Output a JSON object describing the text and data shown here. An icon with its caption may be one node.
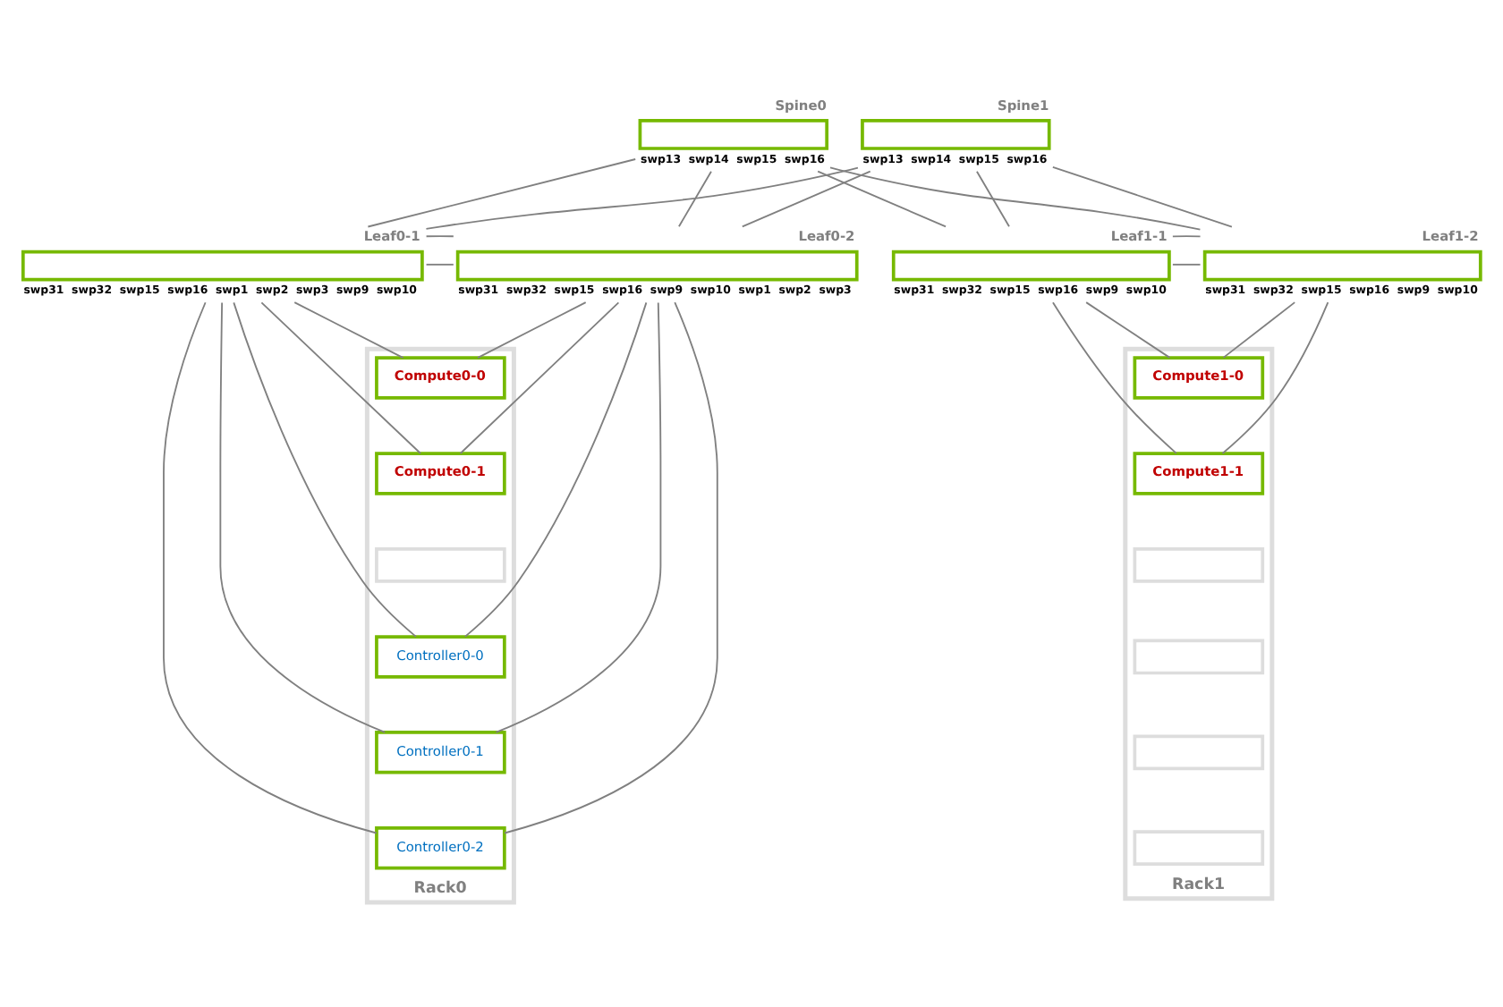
{
  "diagram": {
    "nodes": [
      {
        "text": [
          "Spine0"
        ],
        "beside": [
          "swp13",
          "swp14",
          "swp15",
          "swp16"
        ]
      },
      {
        "text": [
          "Spine1"
        ],
        "beside": [
          "swp13",
          "swp14",
          "swp15",
          "swp16"
        ]
      },
      {
        "text": [
          "Leaf0-1"
        ],
        "beside": [
          "swp31",
          "swp32",
          "swp15",
          "swp16",
          "swp1",
          "swp2",
          "swp3",
          "swp9",
          "swp10"
        ]
      },
      {
        "text": [
          "Leaf0-2"
        ],
        "beside": [
          "swp31",
          "swp32",
          "swp15",
          "swp16",
          "swp9",
          "swp10",
          "swp1",
          "swp2",
          "swp3"
        ]
      },
      {
        "text": [
          "Leaf1-1"
        ],
        "beside": [
          "swp31",
          "swp32",
          "swp15",
          "swp16",
          "swp9",
          "swp10"
        ]
      },
      {
        "text": [
          "Leaf1-2"
        ],
        "beside": [
          "swp31",
          "swp32",
          "swp15",
          "swp16",
          "swp9",
          "swp10"
        ]
      },
      {
        "text": [
          "Rack0"
        ]
      },
      {
        "text": [
          "Compute0-0"
        ],
        "in": 6
      },
      {
        "text": [
          "Compute0-1"
        ],
        "in": 6
      },
      {
        "text": [],
        "shape": "box",
        "in": 6
      },
      {
        "text": [
          "Controller0-0"
        ],
        "in": 6
      },
      {
        "text": [
          "Controller0-1"
        ],
        "in": 6
      },
      {
        "text": [
          "Controller0-2"
        ],
        "in": 6
      },
      {
        "text": [
          "Rack1"
        ]
      },
      {
        "text": [
          "Compute1-0"
        ],
        "in": 13
      },
      {
        "text": [
          "Compute1-1"
        ],
        "in": 13
      },
      {
        "text": [],
        "shape": "box",
        "in": 13
      },
      {
        "text": [],
        "shape": "box",
        "in": 13
      },
      {
        "text": [],
        "shape": "box",
        "in": 13
      },
      {
        "text": [],
        "shape": "box",
        "in": 13
      }
    ],
    "edges": [
      {
        "from": 0,
        "to": 2,
        "arrow": "none"
      },
      {
        "from": 0,
        "to": 3,
        "arrow": "none"
      },
      {
        "from": 0,
        "to": 4,
        "arrow": "none"
      },
      {
        "from": 0,
        "to": 5,
        "arrow": "none"
      },
      {
        "from": 1,
        "to": 2,
        "arrow": "none"
      },
      {
        "from": 1,
        "to": 3,
        "arrow": "none"
      },
      {
        "from": 1,
        "to": 4,
        "arrow": "none"
      },
      {
        "from": 1,
        "to": 5,
        "arrow": "none"
      },
      {
        "from": 2,
        "to": 3,
        "arrow": "none"
      },
      {
        "from": 2,
        "to": 3,
        "arrow": "none"
      },
      {
        "from": 4,
        "to": 5,
        "arrow": "none"
      },
      {
        "from": 4,
        "to": 5,
        "arrow": "none"
      },
      {
        "from": 2,
        "to": 12,
        "arrow": "none"
      },
      {
        "from": 2,
        "to": 11,
        "arrow": "none"
      },
      {
        "from": 2,
        "to": 10,
        "arrow": "none"
      },
      {
        "from": 2,
        "to": 7,
        "arrow": "none"
      },
      {
        "from": 2,
        "to": 8,
        "arrow": "none"
      },
      {
        "from": 3,
        "to": 7,
        "arrow": "none"
      },
      {
        "from": 3,
        "to": 8,
        "arrow": "none"
      },
      {
        "from": 3,
        "to": 10,
        "arrow": "none"
      },
      {
        "from": 3,
        "to": 11,
        "arrow": "none"
      },
      {
        "from": 3,
        "to": 12,
        "arrow": "none"
      },
      {
        "from": 4,
        "to": 14,
        "arrow": "none"
      },
      {
        "from": 4,
        "to": 15,
        "arrow": "none"
      },
      {
        "from": 5,
        "to": 14,
        "arrow": "none"
      },
      {
        "from": 5,
        "to": 15,
        "arrow": "none"
      }
    ]
  }
}
